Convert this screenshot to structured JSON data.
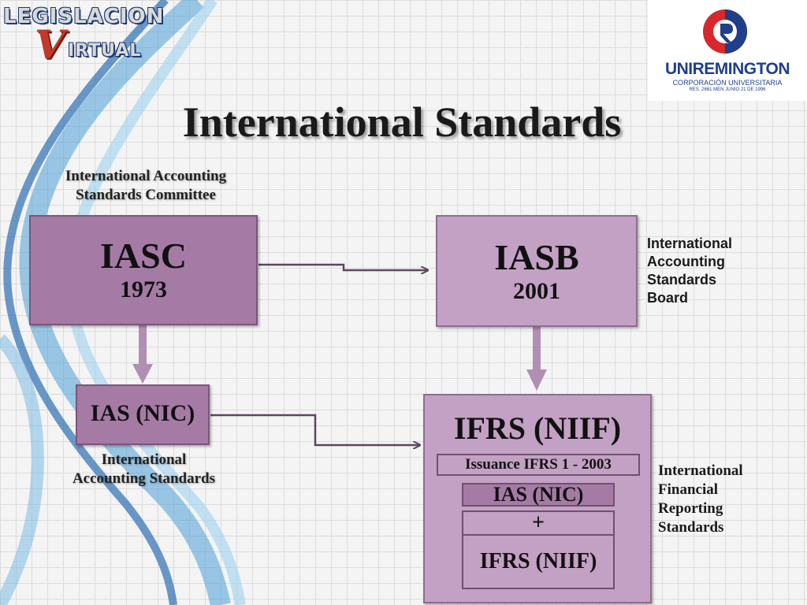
{
  "logos": {
    "left_line1": "LEGISLACION",
    "left_v": "V",
    "left_line2": "IRTUAL",
    "right_brand": "UNIREMINGTON",
    "right_sub1": "CORPORACIÓN UNIVERSITARIA",
    "right_sub2": "RES. 2661 MEN JUNIO 21 DE 1996"
  },
  "title": "International Standards",
  "iasc": {
    "caption_line1": "International Accounting",
    "caption_line2": "Standards Committee",
    "name": "IASC",
    "year": "1973"
  },
  "iasb": {
    "name": "IASB",
    "year": "2001",
    "label_lines": [
      "International",
      "Accounting",
      "Standards",
      "Board"
    ]
  },
  "ias": {
    "name": "IAS (NIC)",
    "caption_line1": "International",
    "caption_line2": "Accounting Standards"
  },
  "ifrs": {
    "name": "IFRS (NIIF)",
    "issuance": "Issuance IFRS 1 - 2003",
    "ias_row": "IAS (NIC)",
    "plus": "+",
    "ifrs_row": "IFRS (NIIF)",
    "label_lines": [
      "International",
      "Financial",
      "Reporting",
      "Standards"
    ]
  },
  "colors": {
    "box_dark": "#a57ba6",
    "box_light": "#c3a1c4",
    "arrow": "#5e4560",
    "down_arrow": "#b08fb3"
  }
}
